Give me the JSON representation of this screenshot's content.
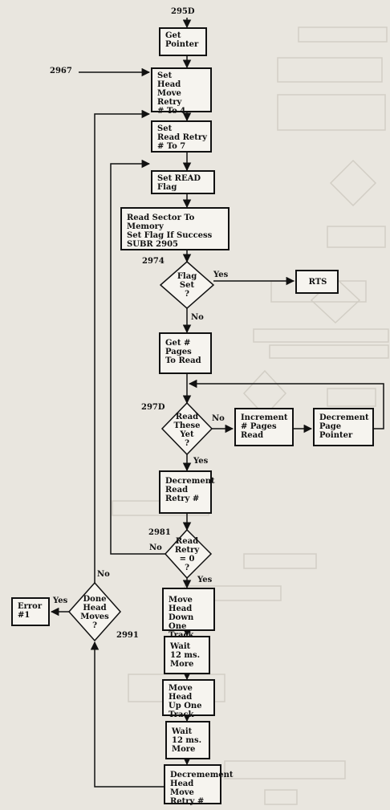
{
  "addresses": {
    "start": "295D",
    "entry": "2967",
    "flag_check": "2974",
    "read_check": "297D",
    "retry_check": "2981",
    "head_check": "2991"
  },
  "boxes": {
    "get_pointer": "Get\nPointer",
    "head_retry": "Set\nHead Move\nRetry\n# To 4",
    "read_retry": "Set\nRead Retry\n# To 7",
    "read_flag": "Set READ\nFlag",
    "read_sector": "Read Sector To Memory\nSet Flag If Success\nSUBR 2905",
    "rts": "RTS",
    "get_pages": "Get #\nPages\nTo Read",
    "inc_pages": "Increment\n# Pages\nRead",
    "dec_pointer": "Decrement\nPage\nPointer",
    "dec_retry": "Decrement\nRead\nRetry #",
    "move_down": "Move Head\nDown One\nTrack",
    "wait1": "Wait\n12 ms.\nMore",
    "move_up": "Move Head\nUp One\nTrack",
    "wait2": "Wait\n12 ms.\nMore",
    "dec_head": "Decremement\nHead Move\nRetry #",
    "error": "Error\n#1"
  },
  "decisions": {
    "flag_set": "Flag\nSet\n?",
    "read_these": "Read\nThese\nYet\n?",
    "read_retry_zero": "Read\nRetry\n= 0\n?",
    "done_head": "Done\nHead\nMoves\n?"
  },
  "branch_labels": {
    "flag_yes": "Yes",
    "flag_no": "No",
    "read_no": "No",
    "read_yes": "Yes",
    "retry_no": "No",
    "retry_yes": "Yes",
    "head_no": "No",
    "head_yes": "Yes"
  }
}
